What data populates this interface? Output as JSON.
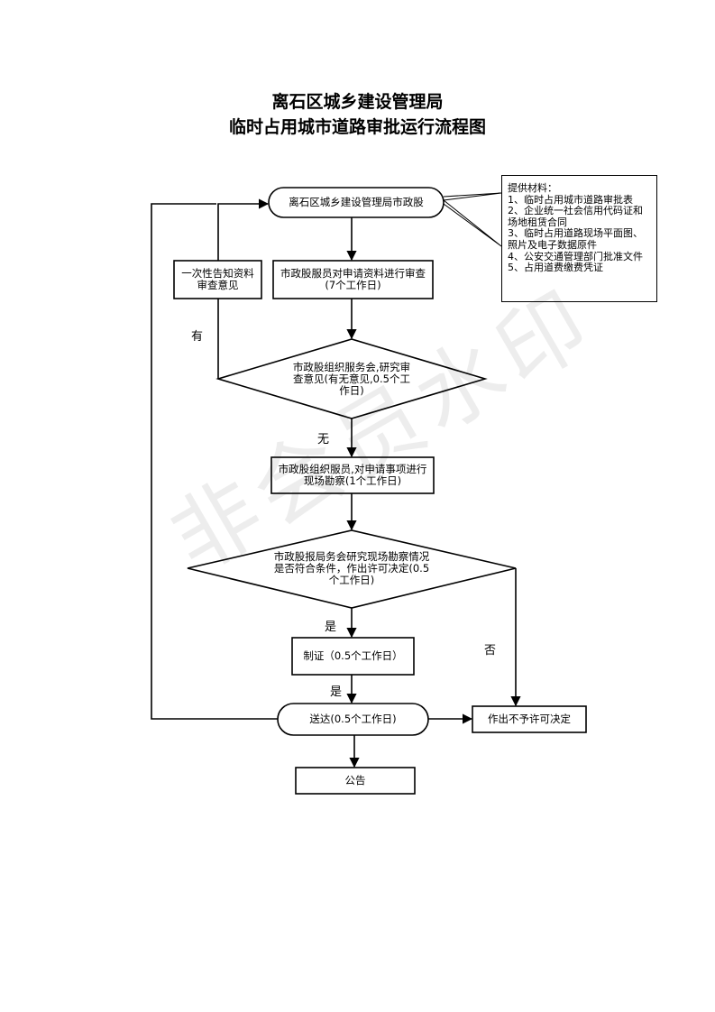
{
  "title": {
    "line1": "离石区城乡建设管理局",
    "line2": "临时占用城市道路审批运行流程图"
  },
  "watermark": "非会员水印",
  "materials": {
    "heading": "提供材料：",
    "items": [
      "1、临时占用城市道路审批表",
      "2、企业统一社会信用代码证和",
      "场地租赁合同",
      "3、临时占用道路现场平面图、",
      "照片及电子数据原件",
      "4、公安交通管理部门批准文件",
      "5、占用道费缴费凭证"
    ]
  },
  "nodes": {
    "start": "离石区城乡建设管理局市政股",
    "notify": "一次性告知资料审查意见",
    "review": "市政股服员对申请资料进行审查(7个工作日)",
    "meeting": "市政股组织服务会,研究审查意见(有无意见,0.5个工作日)",
    "survey": "市政股组织服员,对申请事项进行现场勘察(1个工作日)",
    "decision": "市政股报局务会研究现场勘察情况是否符合条件，作出许可决定(0.5个工作日)",
    "certificate": "制证（0.5个工作日）",
    "deliver": "送达(0.5个工作日)",
    "reject": "作出不予许可决定",
    "announce": "公告"
  },
  "labels": {
    "has": "有",
    "none": "无",
    "yes1": "是",
    "yes2": "是",
    "no": "否"
  }
}
